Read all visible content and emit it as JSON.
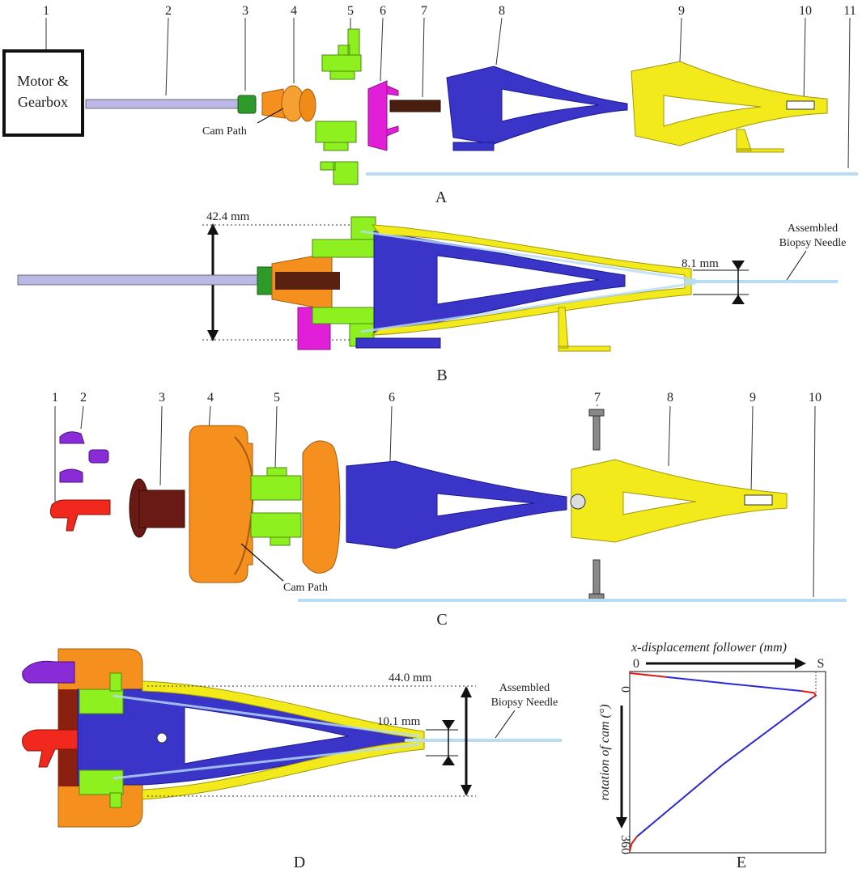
{
  "panel_a": {
    "letter": "A",
    "numbers": [
      "1",
      "2",
      "3",
      "4",
      "5",
      "6",
      "7",
      "8",
      "9",
      "10",
      "11"
    ],
    "motor_line1": "Motor &",
    "motor_line2": "Gearbox",
    "cam_path": "Cam Path"
  },
  "panel_b": {
    "letter": "B",
    "dim_height": "42.4 mm",
    "dim_tip": "8.1 mm",
    "needle_line1": "Assembled",
    "needle_line2": "Biopsy Needle"
  },
  "panel_c": {
    "letter": "C",
    "numbers": [
      "1",
      "2",
      "3",
      "4",
      "5",
      "6",
      "7",
      "8",
      "9",
      "10"
    ],
    "cam_path": "Cam Path"
  },
  "panel_d": {
    "letter": "D",
    "dim_height": "44.0 mm",
    "dim_tip": "10.1 mm",
    "needle_line1": "Assembled",
    "needle_line2": "Biopsy Needle"
  },
  "panel_e": {
    "letter": "E",
    "x_label": "x-displacement follower (mm)",
    "x_start": "0",
    "x_end": "S",
    "y_label": "rotation of cam (°)",
    "y_start": "0",
    "y_end": "360"
  },
  "colors": {
    "blue_part": "#3a35c8",
    "yellow_part": "#f2ea1a",
    "green_part": "#8ef01e",
    "orange_part": "#f5901e",
    "magenta_part": "#e21fd8",
    "purple_part": "#8a2bd8",
    "red_part": "#f0281e",
    "needle": "#b9dcf5",
    "curve_red": "#e01818",
    "curve_blue": "#2a2ad8"
  },
  "chart_data": {
    "type": "line",
    "title": "",
    "xlabel": "x-displacement follower (mm)",
    "ylabel": "rotation of cam (°)",
    "x_ticks": [
      "0",
      "S"
    ],
    "y_ticks": [
      "0",
      "360"
    ],
    "series": [
      {
        "color": "#e01818",
        "x": [
          0.0,
          0.1,
          0.2
        ],
        "y": [
          0,
          4,
          8
        ]
      },
      {
        "color": "#2a2ad8",
        "x": [
          0.2,
          0.5,
          0.92
        ],
        "y": [
          8,
          20,
          36
        ]
      },
      {
        "color": "#e01818",
        "x": [
          0.92,
          0.99,
          1.0,
          0.98
        ],
        "y": [
          36,
          40,
          45,
          50
        ]
      },
      {
        "color": "#2a2ad8",
        "x": [
          0.98,
          0.5,
          0.04
        ],
        "y": [
          50,
          185,
          330
        ]
      },
      {
        "color": "#e01818",
        "x": [
          0.04,
          0.01,
          0.0
        ],
        "y": [
          330,
          345,
          360
        ]
      }
    ],
    "xlim": [
      0,
      1
    ],
    "ylim": [
      0,
      360
    ],
    "y_inverted": true
  }
}
